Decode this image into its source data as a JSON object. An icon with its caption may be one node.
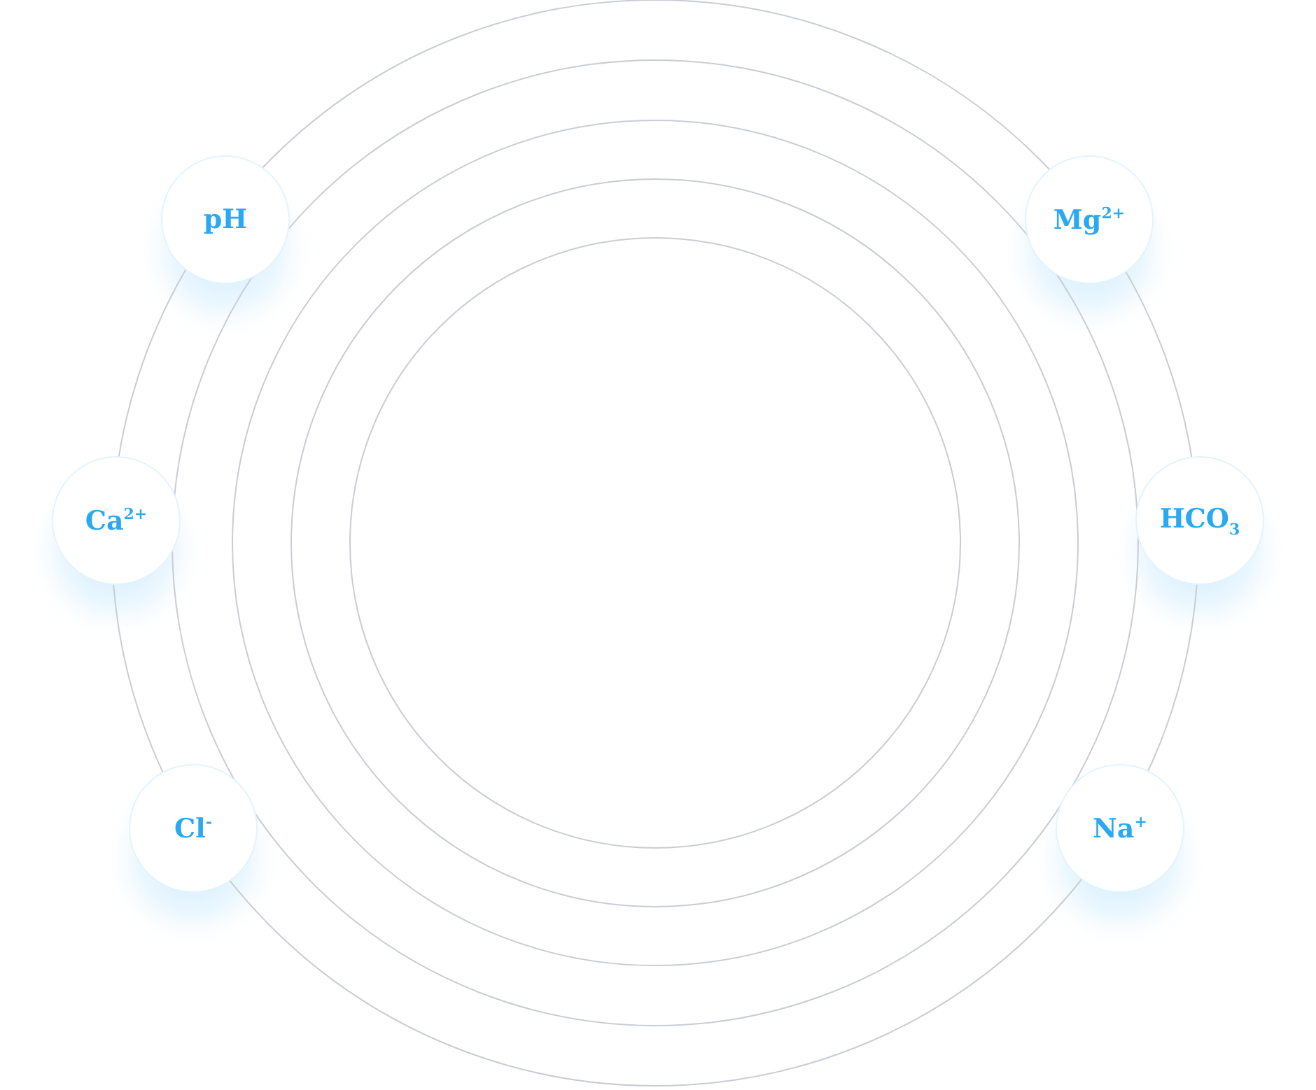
{
  "diagram": {
    "nodes": [
      {
        "text": [
          "pH"
        ]
      },
      {
        "text": [
          "Mg$^{2+}$"
        ]
      },
      {
        "text": [
          "Ca$^{2+}$"
        ]
      },
      {
        "text": [
          "HCO$_{3}$"
        ]
      },
      {
        "text": [
          "Cl$^{-}$"
        ]
      },
      {
        "text": [
          "Na$^{+}$"
        ]
      }
    ]
  }
}
